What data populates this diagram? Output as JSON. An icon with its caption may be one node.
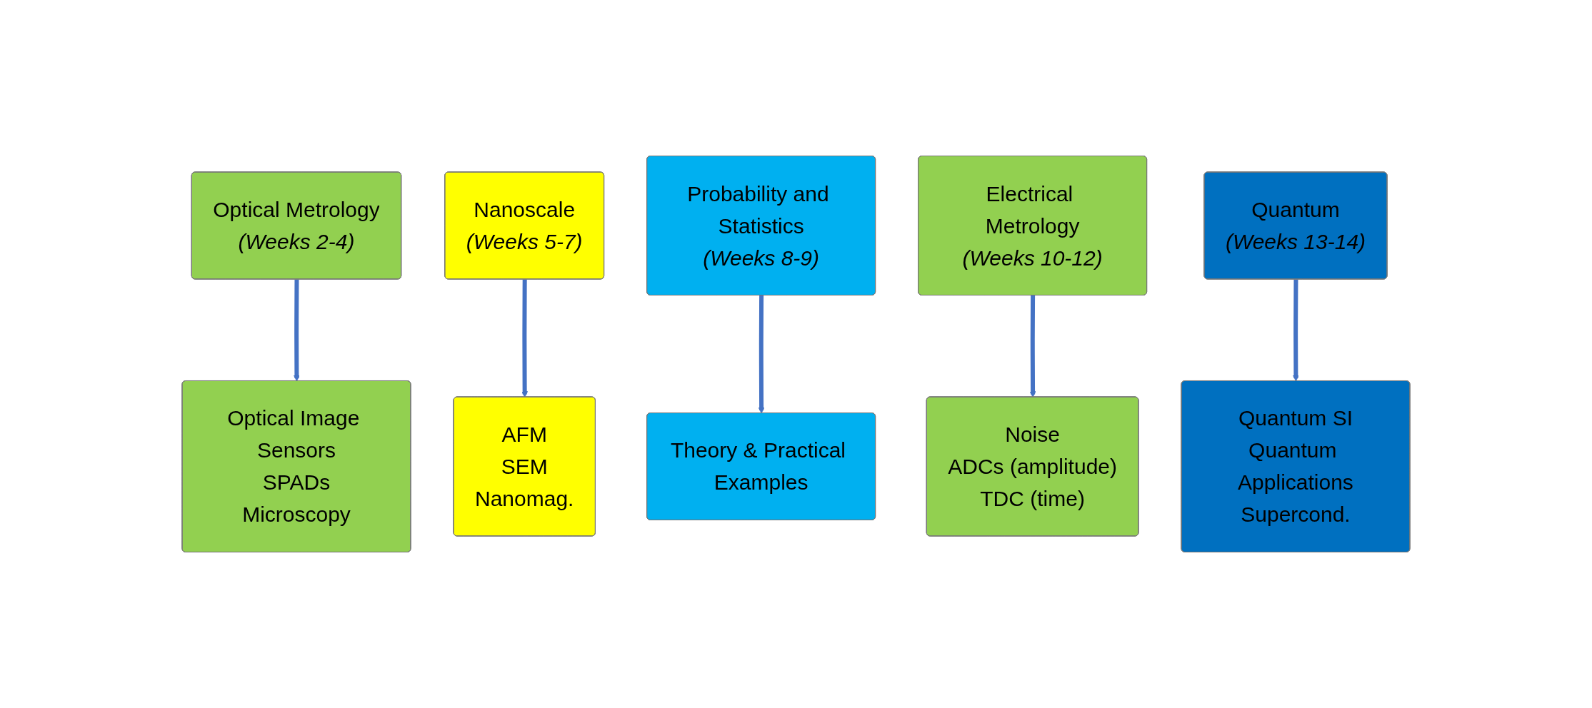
{
  "diagram": {
    "nodes": [
      {
        "text": [
          "Optical Metrology",
          "(Weeks 2-4)"
        ]
      },
      {
        "text": [
          "Nanoscale",
          "(Weeks 5-7)"
        ]
      },
      {
        "text": [
          "Probability and Statistics",
          "(Weeks 8-9)"
        ]
      },
      {
        "text": [
          "Electrical Metrology",
          "(Weeks 10-12)"
        ]
      },
      {
        "text": [
          "Quantum",
          "(Weeks 13-14)"
        ]
      },
      {
        "text": [
          "Optical Image Sensors",
          "SPADs",
          "Microscopy"
        ]
      },
      {
        "text": [
          "AFM",
          "SEM",
          "Nanomag."
        ]
      },
      {
        "text": [
          "Theory & Practical Examples"
        ]
      },
      {
        "text": [
          "Noise",
          "ADCs (amplitude)",
          "TDC (time)"
        ]
      },
      {
        "text": [
          "Quantum SI",
          "Quantum Applications",
          "Supercond."
        ]
      }
    ],
    "edges": [
      {
        "from": 0,
        "to": 5,
        "arrow": "to"
      },
      {
        "from": 1,
        "to": 6,
        "arrow": "to"
      },
      {
        "from": 2,
        "to": 7,
        "arrow": "to"
      },
      {
        "from": 3,
        "to": 8,
        "arrow": "to"
      },
      {
        "from": 4,
        "to": 9,
        "arrow": "to"
      }
    ]
  }
}
